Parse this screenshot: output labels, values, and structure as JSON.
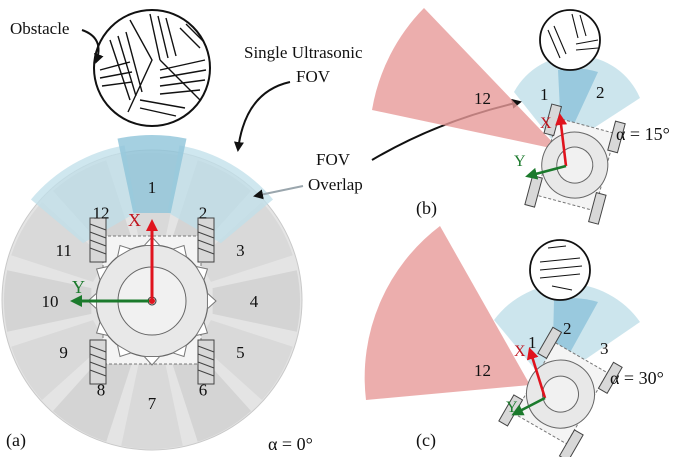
{
  "callouts": {
    "obstacle": "Obstacle",
    "single_line1": "Single Ultrasonic",
    "single_line2": "FOV",
    "overlap_line1": "FOV",
    "overlap_line2": "Overlap"
  },
  "panel_a": {
    "tag": "(a)",
    "alpha": "α = 0°",
    "x_axis": "X",
    "y_axis": "Y",
    "sectors": [
      "1",
      "2",
      "3",
      "4",
      "5",
      "6",
      "7",
      "8",
      "9",
      "10",
      "11",
      "12"
    ]
  },
  "panel_b": {
    "tag": "(b)",
    "alpha": "α = 15°",
    "x_axis": "X",
    "y_axis": "Y",
    "sector_12": "12",
    "sector_1": "1",
    "sector_2": "2"
  },
  "panel_c": {
    "tag": "(c)",
    "alpha": "α = 30°",
    "x_axis": "X",
    "y_axis": "Y",
    "sector_12": "12",
    "sector_1": "1",
    "sector_2": "2",
    "sector_3": "3"
  },
  "colors": {
    "fov_blue": "#bfdfe9",
    "fov_overlap_blue": "#8fc4da",
    "fov_gray": "#dedede",
    "fov_dark_gray": "#cfcfcf",
    "highlight_red": "#e79a98",
    "x_arrow": "#e0141e",
    "y_arrow": "#1b7a2c",
    "robot_body": "#e8e8e8"
  }
}
